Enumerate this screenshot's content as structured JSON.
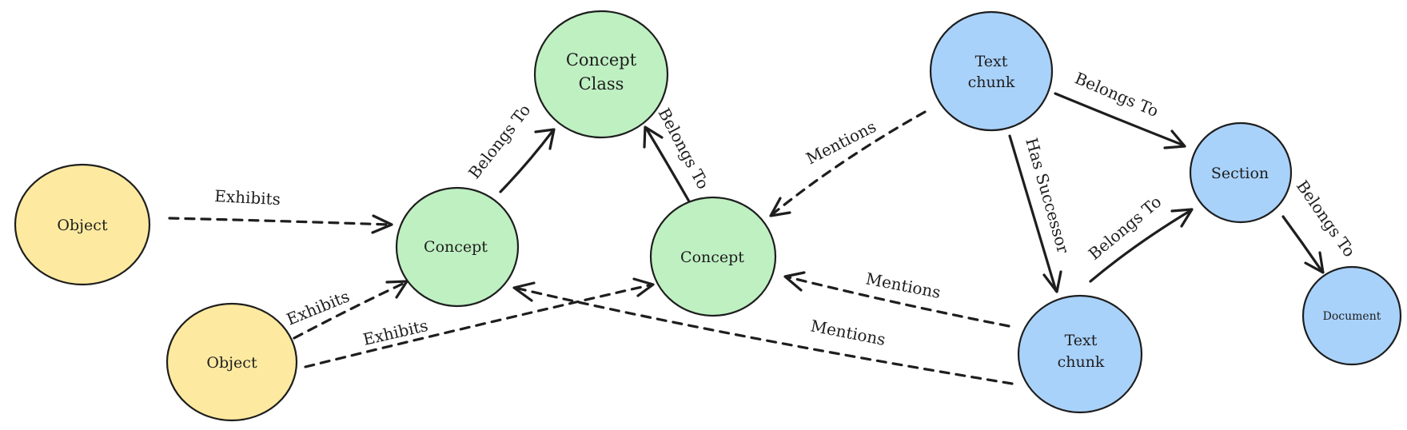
{
  "colors": {
    "object_fill": "#fdeaa0",
    "concept_fill": "#bff0c2",
    "text_fill": "#a9d2fb",
    "stroke": "#1e1e1e"
  },
  "nodes": {
    "object1": {
      "label": "Object"
    },
    "object2": {
      "label": "Object"
    },
    "concept1": {
      "label": "Concept"
    },
    "concept2": {
      "label": "Concept"
    },
    "concept_class": {
      "line1": "Concept",
      "line2": "Class"
    },
    "text_chunk1": {
      "line1": "Text",
      "line2": "chunk"
    },
    "text_chunk2": {
      "line1": "Text",
      "line2": "chunk"
    },
    "section": {
      "label": "Section"
    },
    "document": {
      "label": "Document"
    }
  },
  "edges": {
    "obj1_exhibits": "Exhibits",
    "obj2_exhibits_c1": "Exhibits",
    "obj2_exhibits_c2": "Exhibits",
    "c1_belongs": "Belongs To",
    "c2_belongs": "Belongs To",
    "tc1_mentions": "Mentions",
    "tc2_mentions_c2": "Mentions",
    "tc2_mentions_c1": "Mentions",
    "tc1_successor": "Has Successor",
    "tc1_belongs": "Belongs To",
    "tc2_belongs": "Belongs To",
    "section_belongs": "Belongs To"
  }
}
